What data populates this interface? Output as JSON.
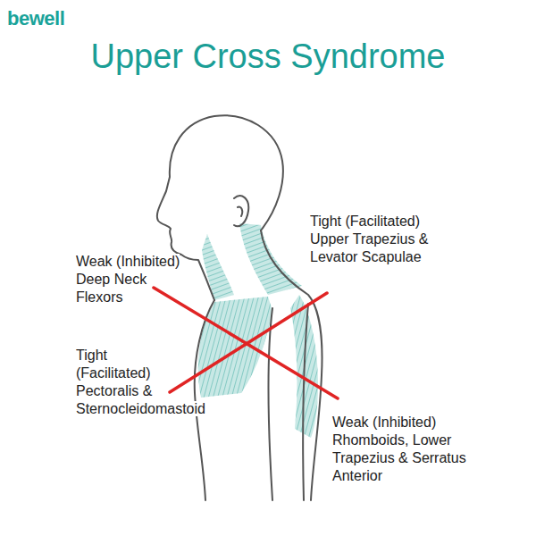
{
  "diagram": {
    "title": "Upper Cross Syndrome",
    "labels": [
      "bewell",
      "Tight (Facilitated) Upper Trapezius & Levator Scapulae",
      "Weak (Inhibited) Deep Neck Flexors",
      "Tight (Facilitated) Pectoralis & Sternocleidomastoid",
      "Weak (Inhibited) Rhomboids, Lower Trapezius & Serratus Anterior"
    ]
  }
}
